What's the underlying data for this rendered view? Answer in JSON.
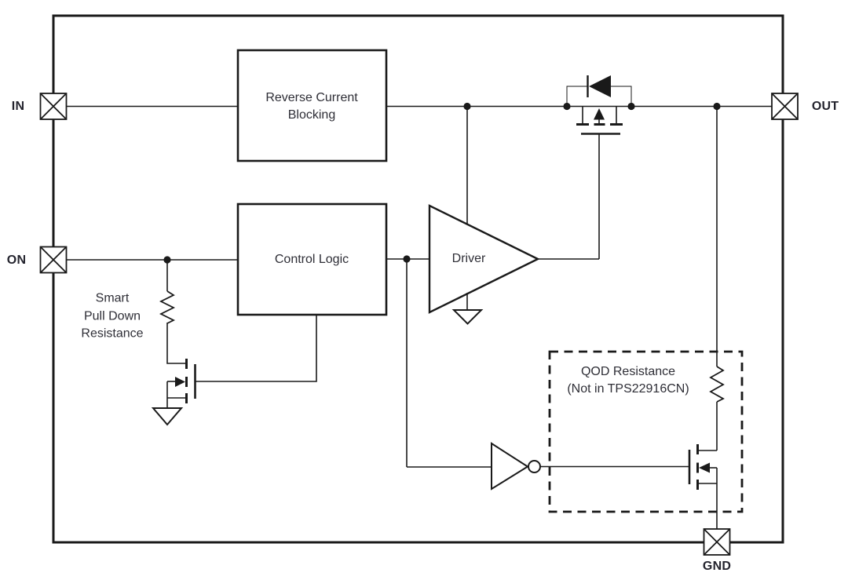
{
  "diagram": {
    "type": "functional-block-diagram",
    "pins": {
      "in": "IN",
      "on": "ON",
      "out": "OUT",
      "gnd": "GND"
    },
    "blocks": {
      "reverse_current_blocking": {
        "line1": "Reverse Current",
        "line2": "Blocking"
      },
      "control_logic": {
        "label": "Control Logic"
      },
      "driver": {
        "label": "Driver"
      },
      "smart_pull_down": {
        "line1": "Smart",
        "line2": "Pull Down",
        "line3": "Resistance"
      },
      "qod": {
        "line1": "QOD Resistance",
        "line2": "(Not in TPS22916CN)"
      }
    },
    "components": {
      "pass_fet": "power-switch MOSFET with body diode between IN and OUT",
      "body_diode": "diode pointing from OUT toward IN",
      "inverter": "logic inverter driving QOD FET gate",
      "smart_pulldown_fet": "pull-down MOSFET to ground on ON pin",
      "qod_fet": "quick output discharge MOSFET to GND"
    },
    "colors": {
      "stroke": "#1a1a1a",
      "text": "#2e2e36",
      "background": "#ffffff"
    }
  }
}
